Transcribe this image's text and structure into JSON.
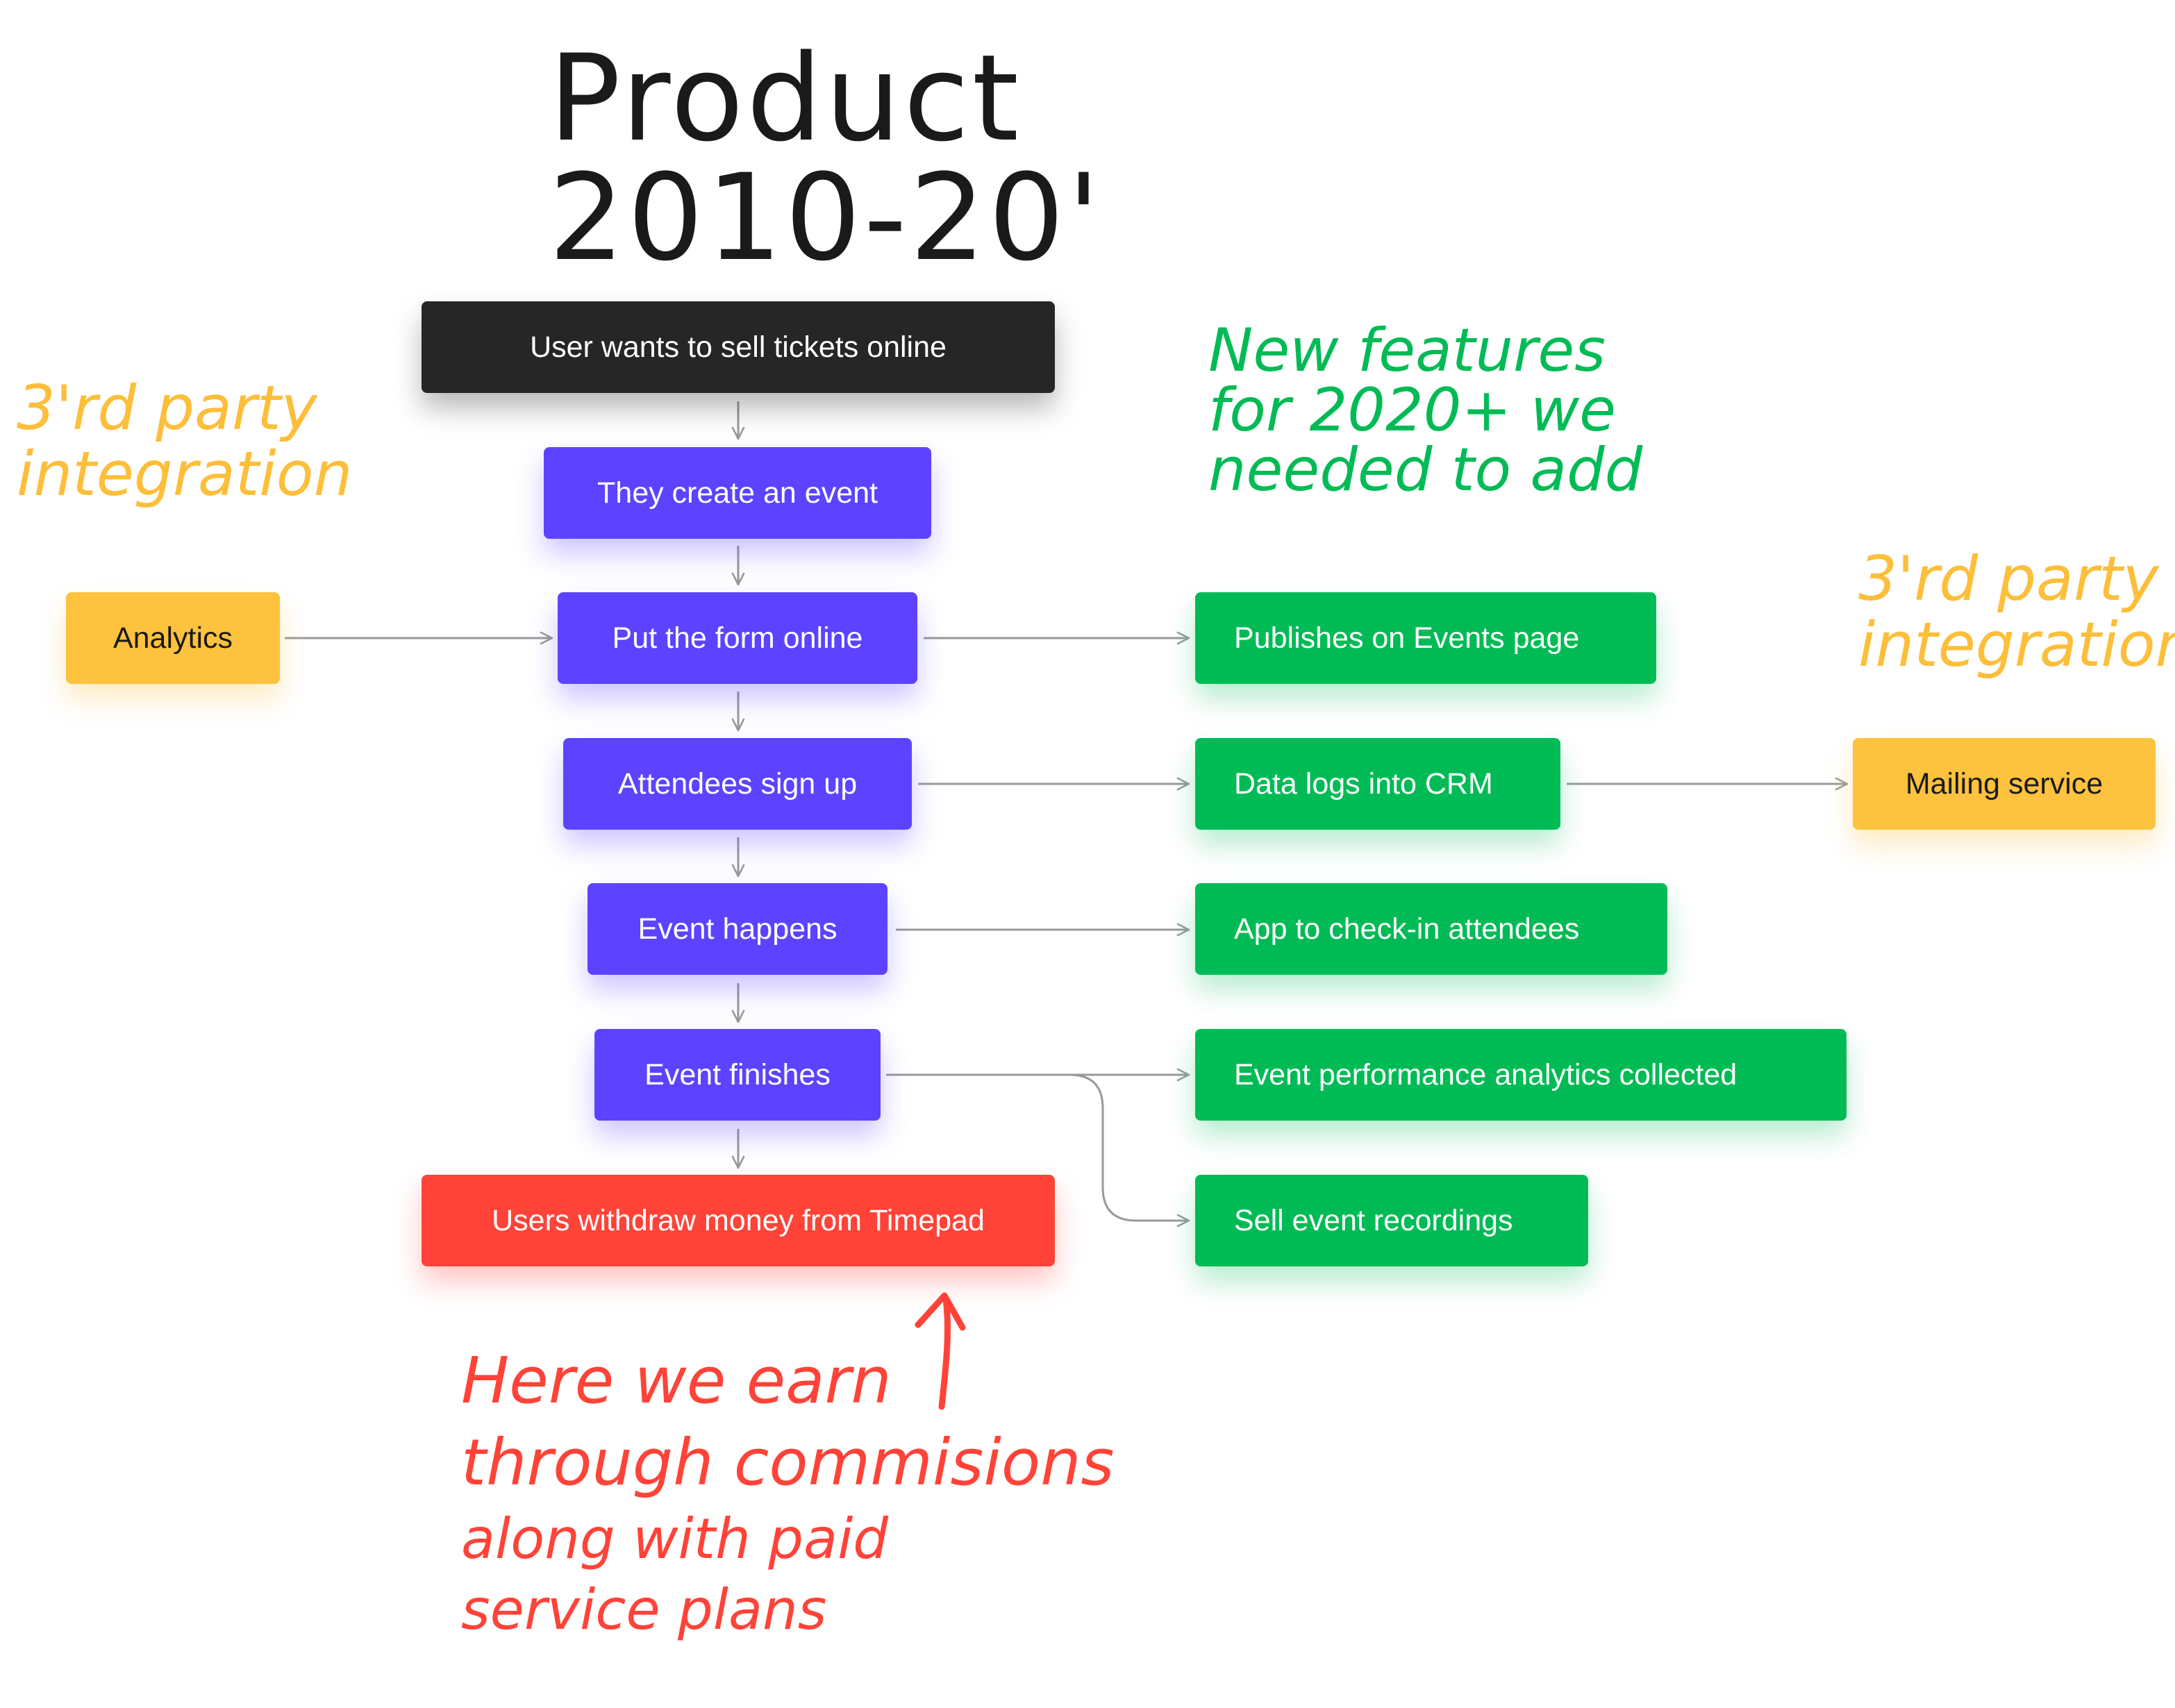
{
  "title": {
    "line1": "Product",
    "line2": "2010-20'"
  },
  "notes": {
    "third_party_left": [
      "3'rd party",
      "integration"
    ],
    "third_party_right": [
      "3'rd party",
      "integration"
    ],
    "new_features": [
      "New features",
      "for 2020+ we",
      "needed to add"
    ],
    "earnings": [
      "Here we earn",
      "through commisions",
      "along with paid",
      "service plans"
    ]
  },
  "flow": {
    "start": "User wants to sell tickets online",
    "steps": [
      "They create an event",
      "Put the form online",
      "Attendees sign up",
      "Event happens",
      "Event finishes"
    ],
    "end": "Users withdraw money from Timepad"
  },
  "new_features": {
    "publishes": "Publishes on Events page",
    "crm": "Data logs into CRM",
    "checkin": "App to check-in attendees",
    "analytics_collected": "Event performance analytics collected",
    "recordings": "Sell event recordings"
  },
  "integrations": {
    "analytics": "Analytics",
    "mailing": "Mailing service"
  },
  "colors": {
    "start": "#262626",
    "step": "#5d43ff",
    "new_feature": "#00bb55",
    "integration": "#fdc23e",
    "end": "#ff4338",
    "connector": "#9a9a9a"
  }
}
